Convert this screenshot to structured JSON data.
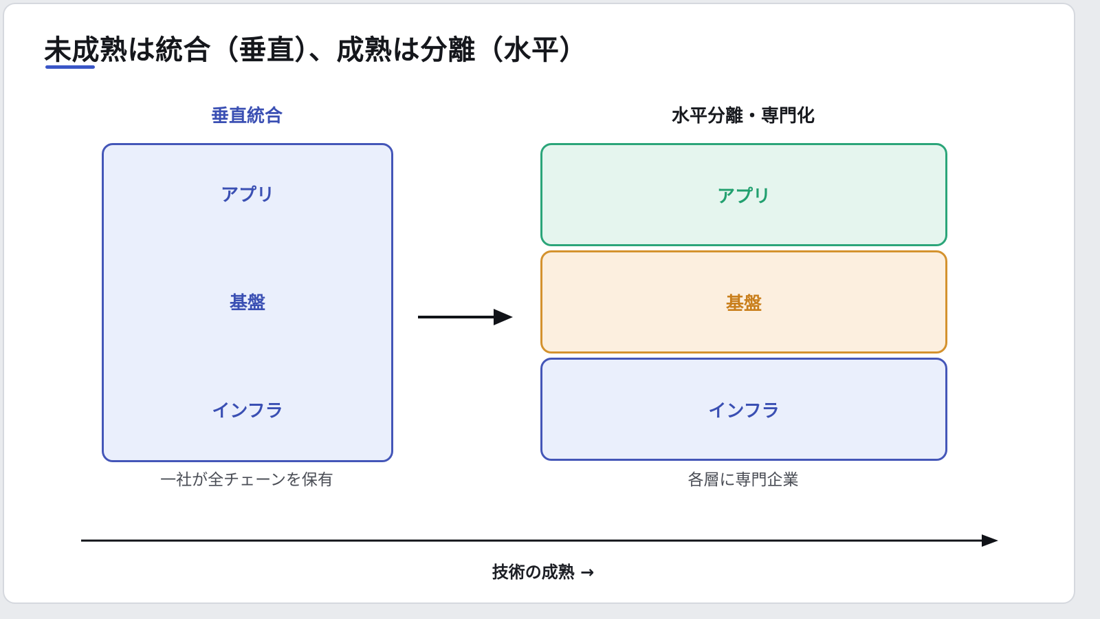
{
  "title": "未成熟は統合（垂直）、成熟は分離（水平）",
  "colors": {
    "blue": "#4456b8",
    "green": "#2ba579",
    "orange": "#d4922e",
    "title_underline": "#3a56c7"
  },
  "left": {
    "heading": "垂直統合",
    "layers": [
      "アプリ",
      "基盤",
      "インフラ"
    ],
    "caption": "一社が全チェーンを保有"
  },
  "right": {
    "heading": "水平分離・専門化",
    "layers": [
      "アプリ",
      "基盤",
      "インフラ"
    ],
    "caption": "各層に専門企業"
  },
  "axis": {
    "label": "技術の成熟 →"
  }
}
